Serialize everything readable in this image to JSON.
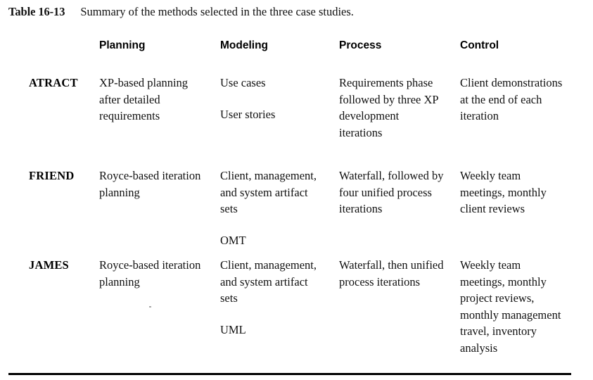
{
  "caption": {
    "label": "Table 16-13",
    "text": "Summary of the methods selected in the three case studies."
  },
  "table": {
    "corner_header": "",
    "columns": [
      "Planning",
      "Modeling",
      "Process",
      "Control"
    ],
    "rows": [
      {
        "label": "ATRACT",
        "planning": [
          "XP-based planning after detailed requirements"
        ],
        "modeling": [
          "Use cases",
          "User stories"
        ],
        "process": [
          "Requirements phase followed by three XP development iterations"
        ],
        "control": [
          "Client demonstrations at the end of each iteration"
        ]
      },
      {
        "label": "FRIEND",
        "planning": [
          "Royce-based iteration planning"
        ],
        "modeling": [
          "Client, management, and system artifact sets",
          "OMT"
        ],
        "process": [
          "Waterfall, followed by four unified process iterations"
        ],
        "control": [
          "Weekly team meetings, monthly client reviews"
        ]
      },
      {
        "label": "JAMES",
        "planning": [
          "Royce-based iteration planning"
        ],
        "modeling": [
          "Client, management, and system artifact sets",
          "UML"
        ],
        "process": [
          "Waterfall, then unified process iterations"
        ],
        "control": [
          "Weekly team meetings, monthly project reviews, monthly management travel, inventory analysis"
        ]
      }
    ]
  },
  "colors": {
    "rule": "#000000",
    "divider": "#1a1a1a",
    "text": "#111111",
    "background": "#ffffff"
  }
}
